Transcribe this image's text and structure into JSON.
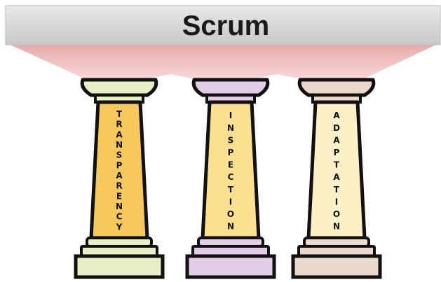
{
  "title": "Scrum",
  "colors": {
    "roof_bar": "#d6d6d6",
    "roof_band": "#f2c4c4",
    "outline": "#111111"
  },
  "pillars": [
    {
      "label": "TRANSPARENCY",
      "shaft_color": "#f7c95d",
      "cap_color": "#e6f0c4",
      "base_color": "#e6f0c4"
    },
    {
      "label": "INSPECTION",
      "shaft_color": "#fbe08f",
      "cap_color": "#e2cde6",
      "base_color": "#e2cde6"
    },
    {
      "label": "ADAPTATION",
      "shaft_color": "#fcf0c6",
      "cap_color": "#e9d9cc",
      "base_color": "#e9d9cc"
    }
  ]
}
